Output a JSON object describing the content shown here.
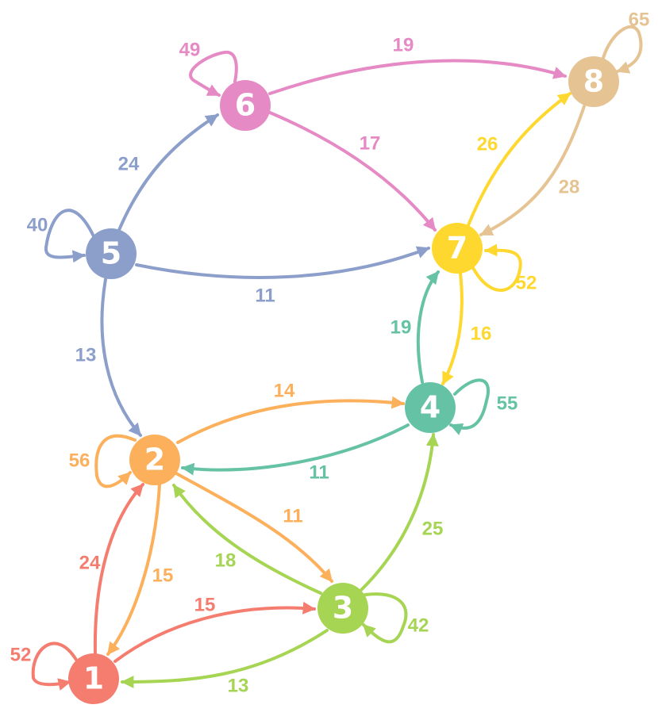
{
  "colors": {
    "1": "#f57d6f",
    "2": "#fcb05c",
    "3": "#a6d453",
    "4": "#66c2a5",
    "5": "#8c9fcb",
    "6": "#e58ac4",
    "7": "#fed82e",
    "8": "#e5c393"
  },
  "nodes": [
    {
      "id": "1",
      "label": "1"
    },
    {
      "id": "2",
      "label": "2"
    },
    {
      "id": "3",
      "label": "3"
    },
    {
      "id": "4",
      "label": "4"
    },
    {
      "id": "5",
      "label": "5"
    },
    {
      "id": "6",
      "label": "6"
    },
    {
      "id": "7",
      "label": "7"
    },
    {
      "id": "8",
      "label": "8"
    }
  ],
  "edges": [
    {
      "from": "1",
      "to": "1",
      "weight": "52"
    },
    {
      "from": "1",
      "to": "2",
      "weight": "24"
    },
    {
      "from": "1",
      "to": "3",
      "weight": "15"
    },
    {
      "from": "2",
      "to": "1",
      "weight": "15"
    },
    {
      "from": "2",
      "to": "2",
      "weight": "56"
    },
    {
      "from": "2",
      "to": "3",
      "weight": "11"
    },
    {
      "from": "2",
      "to": "4",
      "weight": "14"
    },
    {
      "from": "3",
      "to": "1",
      "weight": "13"
    },
    {
      "from": "3",
      "to": "2",
      "weight": "18"
    },
    {
      "from": "3",
      "to": "3",
      "weight": "42"
    },
    {
      "from": "3",
      "to": "4",
      "weight": "25"
    },
    {
      "from": "4",
      "to": "2",
      "weight": "11"
    },
    {
      "from": "4",
      "to": "4",
      "weight": "55"
    },
    {
      "from": "4",
      "to": "7",
      "weight": "19"
    },
    {
      "from": "5",
      "to": "2",
      "weight": "13"
    },
    {
      "from": "5",
      "to": "5",
      "weight": "40"
    },
    {
      "from": "5",
      "to": "6",
      "weight": "24"
    },
    {
      "from": "5",
      "to": "7",
      "weight": "11"
    },
    {
      "from": "6",
      "to": "6",
      "weight": "49"
    },
    {
      "from": "6",
      "to": "7",
      "weight": "17"
    },
    {
      "from": "6",
      "to": "8",
      "weight": "19"
    },
    {
      "from": "7",
      "to": "4",
      "weight": "16"
    },
    {
      "from": "7",
      "to": "7",
      "weight": "52"
    },
    {
      "from": "7",
      "to": "8",
      "weight": "26"
    },
    {
      "from": "8",
      "to": "7",
      "weight": "28"
    },
    {
      "from": "8",
      "to": "8",
      "weight": "65"
    }
  ]
}
